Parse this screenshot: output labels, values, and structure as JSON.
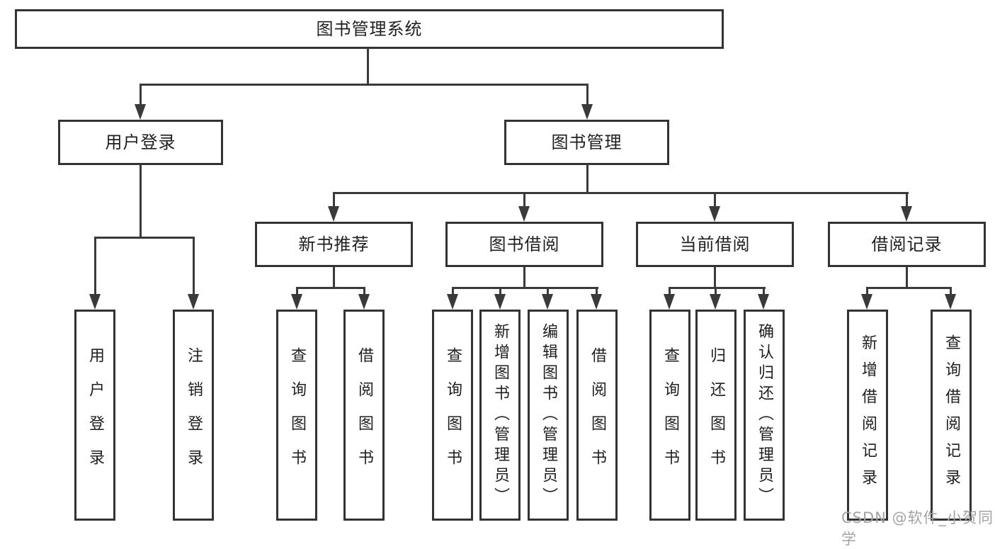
{
  "diagram": {
    "root": {
      "label": "图书管理系统"
    },
    "level2": [
      {
        "label": "用户登录"
      },
      {
        "label": "图书管理"
      }
    ],
    "level3": [
      {
        "label": "新书推荐"
      },
      {
        "label": "图书借阅"
      },
      {
        "label": "当前借阅"
      },
      {
        "label": "借阅记录"
      }
    ],
    "leaves": {
      "user_login": [
        "用户登录",
        "注销登录"
      ],
      "new_books": [
        "查询图书",
        "借阅图书"
      ],
      "book_borrow": [
        "查询图书",
        "新增图书（管理员）",
        "编辑图书（管理员）",
        "借阅图书"
      ],
      "current_borrow": [
        "查询图书",
        "归还图书",
        "确认归还（管理员）"
      ],
      "borrow_records": [
        "新增借阅记录",
        "查询借阅记录"
      ]
    }
  },
  "watermark": {
    "text": "CSDN @软件_小贺同学"
  },
  "colors": {
    "line": "#3a3a3a",
    "border": "#333333",
    "ink": "#1f1f1f",
    "watermark": "#a3a3a3",
    "background": "#ffffff"
  }
}
